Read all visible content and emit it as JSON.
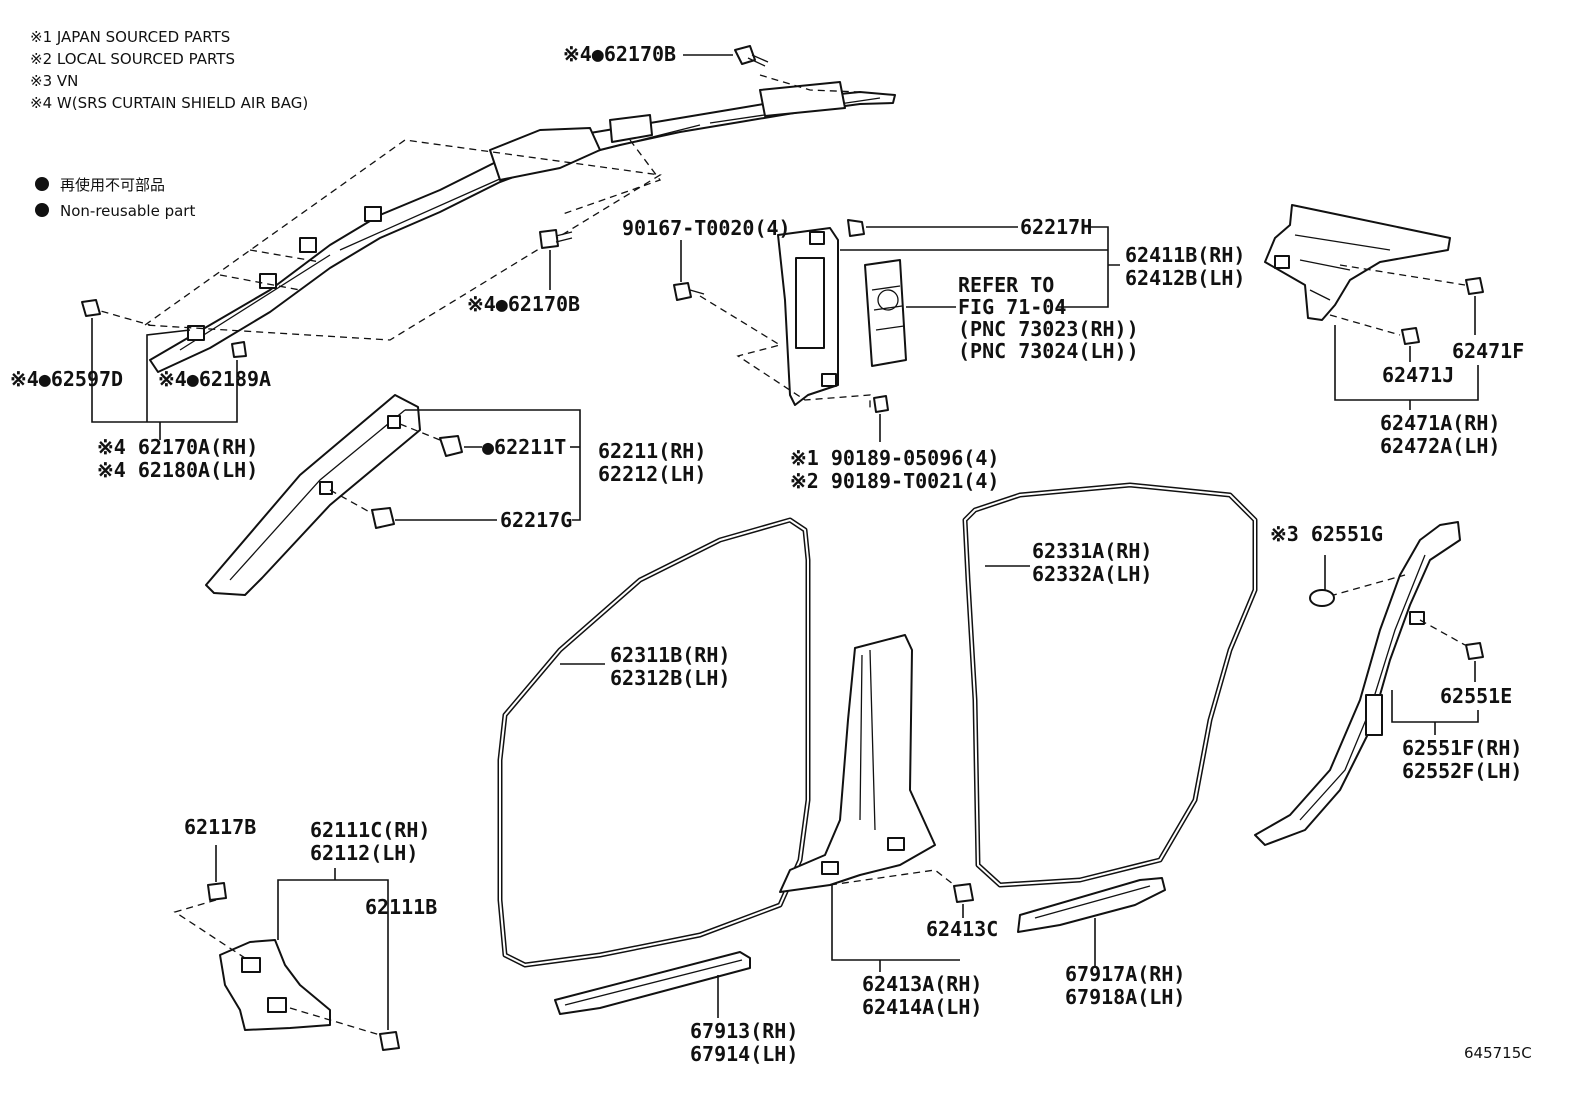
{
  "notes": {
    "n1": "※1 JAPAN SOURCED PARTS",
    "n2": "※2 LOCAL SOURCED PARTS",
    "n3": "※3 VN",
    "n4": "※4 W(SRS CURTAIN SHIELD AIR BAG)"
  },
  "legend": {
    "jp": "再使用不可部品",
    "en": "Non-reusable part"
  },
  "diagram_id": "645715C",
  "callouts": {
    "p62170B_top": "※4●62170B",
    "p62170B_mid": "※4●62170B",
    "p62597D": "※4●62597D",
    "p62189A": "※4●62189A",
    "p62170A": "※4 62170A(RH)",
    "p62180A": "※4 62180A(LH)",
    "p90167": "90167-T0020(4)",
    "p62217H": "62217H",
    "p62411B": "62411B(RH)",
    "p62412B": "62412B(LH)",
    "refer1": "REFER TO",
    "refer2": "FIG 71-04",
    "refer3": "(PNC 73023(RH))",
    "refer4": "(PNC 73024(LH))",
    "p62471F": "62471F",
    "p62471J": "62471J",
    "p62471A": "62471A(RH)",
    "p62472A": "62472A(LH)",
    "p62211T": "●62211T",
    "p62211": "62211(RH)",
    "p62212": "62212(LH)",
    "p62217G": "62217G",
    "p90189a": "※1 90189-05096(4)",
    "p90189b": "※2 90189-T0021(4)",
    "p62331A": "62331A(RH)",
    "p62332A": "62332A(LH)",
    "p62551G": "※3 62551G",
    "p62311B": "62311B(RH)",
    "p62312B": "62312B(LH)",
    "p62551E": "62551E",
    "p62551F": "62551F(RH)",
    "p62552F": "62552F(LH)",
    "p62117B": "62117B",
    "p62111C": "62111C(RH)",
    "p62112": "62112(LH)",
    "p62111B": "62111B",
    "p62413C": "62413C",
    "p62413A": "62413A(RH)",
    "p62414A": "62414A(LH)",
    "p67917A": "67917A(RH)",
    "p67918A": "67918A(LH)",
    "p67913": "67913(RH)",
    "p67914": "67914(LH)"
  }
}
